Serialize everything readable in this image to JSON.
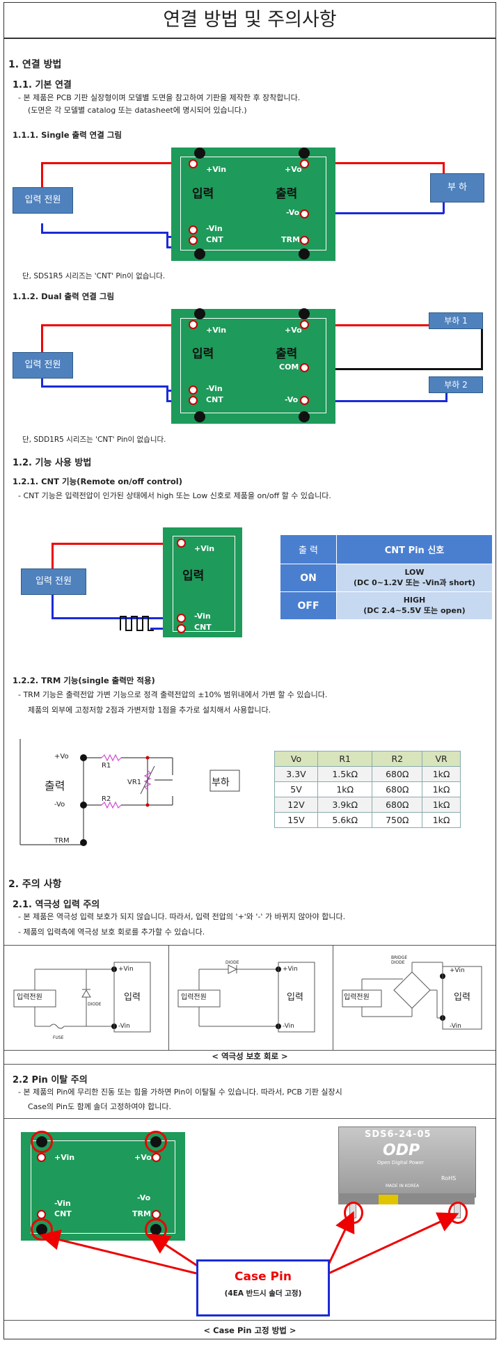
{
  "title": "연결 방법 및 주의사항",
  "s1": {
    "heading": "1. 연결 방법",
    "sub1": "1.1. 기본 연결",
    "sub1_line1": "- 본 제품은 PCB 기판 실장형이며 모델별 도면을 참고하여 기판을 제작한 후 장착합니다.",
    "sub1_line2": "(도면은 각 모델별 catalog 또는 datasheet에 명시되어 있습니다.)",
    "single_title": "1.1.1. Single 출력 연결 그림",
    "dual_title": "1.1.2. Dual 출력 연결 그림",
    "single_note": "단, SDS1R5 시리즈는 'CNT' Pin이 없습니다.",
    "dual_note": "단, SDD1R5 시리즈는 'CNT' Pin이 없습니다.",
    "sub2": "1.2. 기능 사용 방법",
    "cnt_title": "1.2.1. CNT 기능(Remote on/off control)",
    "cnt_desc": "- CNT 기능은 입력전압이 인가된 상태에서 high 또는 Low 신호로 제품을 on/off 할 수 있습니다.",
    "trm_title": "1.2.2. TRM 기능(single 출력만 적용)",
    "trm_line1": "- TRM 기능은 출력전압 가변 기능으로 정격 출력전압의 ±10% 범위내에서 가변 할 수 있습니다.",
    "trm_line2": "제품의 외부에 고정저항 2점과 가변저항 1점을 추가로 설치해서 사용합니다."
  },
  "labels": {
    "vin_p": "+Vin",
    "vin_n": "-Vin",
    "cnt": "CNT",
    "vo_p": "+Vo",
    "vo_n": "-Vo",
    "com": "COM",
    "trm": "TRM",
    "input": "입력",
    "output": "출력",
    "power": "입력 전원",
    "load": "부 하",
    "load1": "부하 1",
    "load2": "부하 2"
  },
  "cnt_table": {
    "h1": "출 력",
    "h2": "CNT Pin 신호",
    "on": "ON",
    "on_l1": "LOW",
    "on_l2": "(DC 0~1.2V 또는 -Vin과 short)",
    "off": "OFF",
    "off_l1": "HIGH",
    "off_l2": "(DC 2.4~5.5V 또는 open)"
  },
  "trm_diagram": {
    "vo_p": "+Vo",
    "vo_n": "-Vo",
    "trm": "TRM",
    "output": "출력",
    "r1": "R1",
    "r2": "R2",
    "vr1": "VR1",
    "load": "부하"
  },
  "trm_table": {
    "headers": [
      "Vo",
      "R1",
      "R2",
      "VR"
    ],
    "rows": [
      [
        "3.3V",
        "1.5kΩ",
        "680Ω",
        "1kΩ"
      ],
      [
        "5V",
        "1kΩ",
        "680Ω",
        "1kΩ"
      ],
      [
        "12V",
        "3.9kΩ",
        "680Ω",
        "1kΩ"
      ],
      [
        "15V",
        "5.6kΩ",
        "750Ω",
        "1kΩ"
      ]
    ]
  },
  "s2": {
    "heading": "2. 주의 사항",
    "sub1": "2.1. 역극성 입력 주의",
    "sub1_line1": "- 본 제품은 역극성 입력 보호가 되지 않습니다. 따라서, 입력 전압의 '+'와 '-' 가 바뀌지 않아야 합니다.",
    "sub1_line2": "- 제품의 입력측에 역극성 보호 회로를 추가할 수 있습니다.",
    "circuit_caption": "< 역극성 보호 회로 >",
    "sub2": "2.2 Pin 이탈 주의",
    "sub2_line1": "- 본 제품의 Pin에 무리한 진동 또는 힘을 가하면 Pin이 이탈될 수 있습니다. 따라서, PCB 기판 실장시",
    "sub2_line2": "Case의 Pin도 함께 솔더 고정하여야 합니다.",
    "case_title": "Case Pin",
    "case_sub": "(4EA 반드시 솔더 고정)",
    "case_caption": "< Case Pin 고정 방법 >"
  },
  "circuits": {
    "power": "입력전원",
    "input": "입력",
    "vin_p": "+Vin",
    "vin_n": "-Vin",
    "diode": "DIODE",
    "fuse": "FUSE",
    "bridge": "BRIDGE DIODE"
  },
  "product": {
    "model": "SDS6-24-05",
    "brand": "ODP",
    "tagline": "Open Digital Power",
    "made": "MADE IN KOREA",
    "rohs": "RoHS"
  },
  "colors": {
    "board": "#1e9a5a",
    "wire_pos": "#e00000",
    "wire_neg": "#1a2ad8",
    "box_blue": "#4f81bd",
    "table_blue": "#4a7fd0",
    "table_light": "#c6d9f1",
    "trm_head": "#d8e4bc"
  }
}
